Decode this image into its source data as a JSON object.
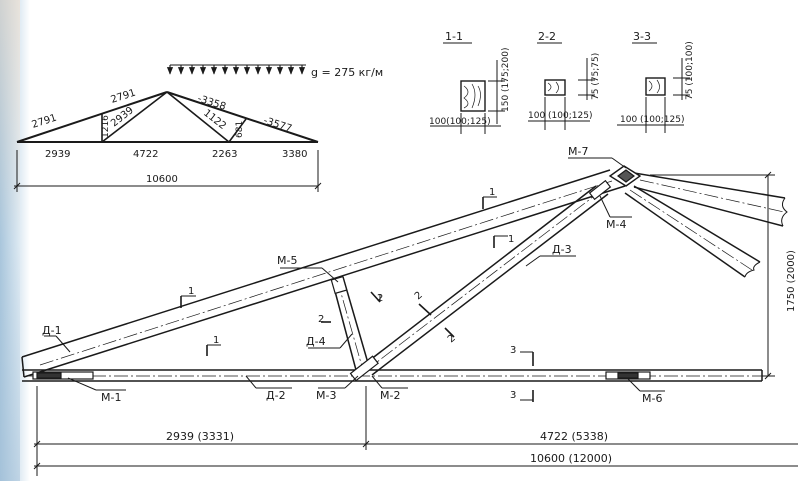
{
  "load": {
    "label": "g = 275 кг/м"
  },
  "scheme": {
    "top_forces": [
      "2791",
      "2791",
      "-3358",
      "-3577"
    ],
    "diag_forces": [
      "2939",
      "1122"
    ],
    "vert_forces": [
      "1216",
      "681"
    ],
    "bottom_forces": [
      "2939",
      "4722",
      "2263",
      "3380"
    ],
    "span": "10600"
  },
  "sections": [
    {
      "title": "1-1",
      "height": "150 (175;200)",
      "width": "100(100;125)"
    },
    {
      "title": "2-2",
      "height": "75 (75;75)",
      "width": "100 (100;125)"
    },
    {
      "title": "3-3",
      "height": "75 (100;100)",
      "width": "100 (100;125)"
    }
  ],
  "nodes": {
    "m1": "М-1",
    "m2": "М-2",
    "m3": "М-3",
    "m4": "М-4",
    "m5": "М-5",
    "m6": "М-6",
    "m7": "М-7"
  },
  "members": {
    "d1": "Д-1",
    "d2": "Д-2",
    "d3": "Д-3",
    "d4": "Д-4"
  },
  "cuts": {
    "c1": "1",
    "c2": "2",
    "c3": "3"
  },
  "dims": {
    "height": "1750 (2000)",
    "left": "2939 (3331)",
    "right": "4722 (5338)",
    "total": "10600 (12000)"
  }
}
